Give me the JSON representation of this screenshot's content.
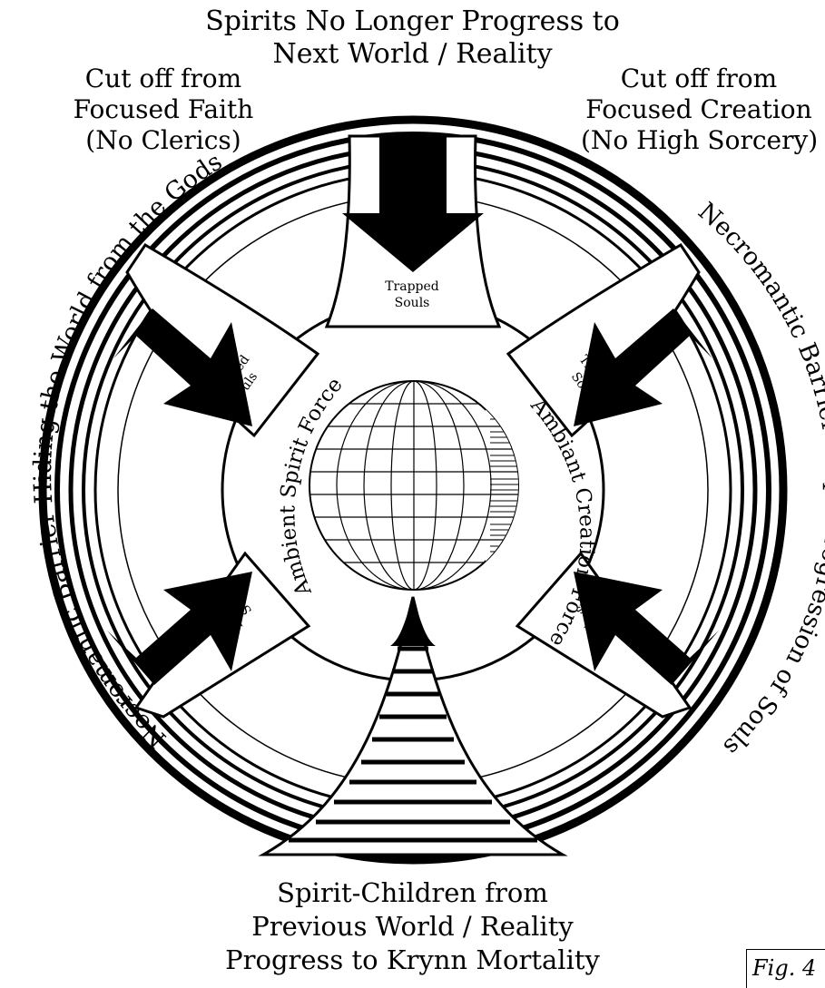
{
  "diagram": {
    "top_caption": [
      "Spirits No Longer Progress to",
      "Next World / Reality"
    ],
    "top_left_caption": [
      "Cut off from",
      "Focused Faith",
      "(No Clerics)"
    ],
    "top_right_caption": [
      "Cut off from",
      "Focused Creation",
      "(No High Sorcery)"
    ],
    "bottom_caption": [
      "Spirit-Children from",
      "Previous World / Reality",
      "Progress to Krynn Mortality"
    ],
    "left_arc_text": "Necromantic Barrier Hiding the World from the Gods",
    "right_arc_text": "Necromantic Barrier Stops Progression of Souls",
    "inner_left_text": "Ambient Spirit Force",
    "inner_right_text": "Ambiant Creation Force",
    "trapped_souls": [
      "Trapped",
      "Souls"
    ],
    "figure_label": "Fig. 4"
  }
}
